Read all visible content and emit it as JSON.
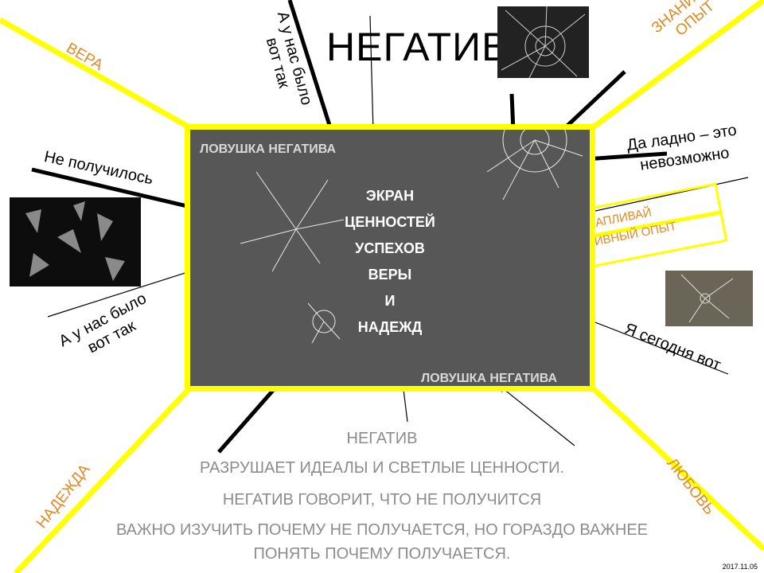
{
  "title": "НЕГАТИВ",
  "corners": {
    "top_left": "ВЕРА",
    "top_right": [
      "ЗНАНИЯ И",
      "ОПЫТ"
    ],
    "bottom_left": "НАДЕЖДА",
    "bottom_right": "ЛЮБОВЬ"
  },
  "phrases": {
    "top_vertical": [
      "А у нас было",
      "вот так"
    ],
    "left_top": "Не получилось",
    "left_bottom": [
      "А у нас было",
      "вот так"
    ],
    "right_top": [
      "Да ладно – это",
      "невозможно"
    ],
    "right_bottom": "Я сегодня вот"
  },
  "screen": {
    "trap_top": "ЛОВУШКА НЕГАТИВА",
    "trap_bottom": "ЛОВУШКА НЕГАТИВА",
    "center_lines": [
      "ЭКРАН",
      "ЦЕННОСТЕЙ",
      "УСПЕХОВ",
      "ВЕРЫ",
      "И",
      "НАДЕЖД"
    ]
  },
  "accumulate_box": [
    "НАКАПЛИВАЙ",
    "ПОЗИТИВНЫЙ  ОПЫТ"
  ],
  "bottom_text": [
    "НЕГАТИВ",
    "РАЗРУШАЕТ ИДЕАЛЫ И СВЕТЛЫЕ ЦЕННОСТИ.",
    "НЕГАТИВ ГОВОРИТ, ЧТО НЕ ПОЛУЧИТСЯ",
    "ВАЖНО ИЗУЧИТЬ ПОЧЕМУ НЕ ПОЛУЧАЕТСЯ, НО ГОРАЗДО ВАЖНЕЕ",
    "ПОНЯТЬ ПОЧЕМУ ПОЛУЧАЕТСЯ."
  ],
  "date": "2017.11.05",
  "colors": {
    "yellow": "#ffff00",
    "orange": "#e08a25",
    "screen": "#575757",
    "gray_text": "#8c8c8c"
  }
}
